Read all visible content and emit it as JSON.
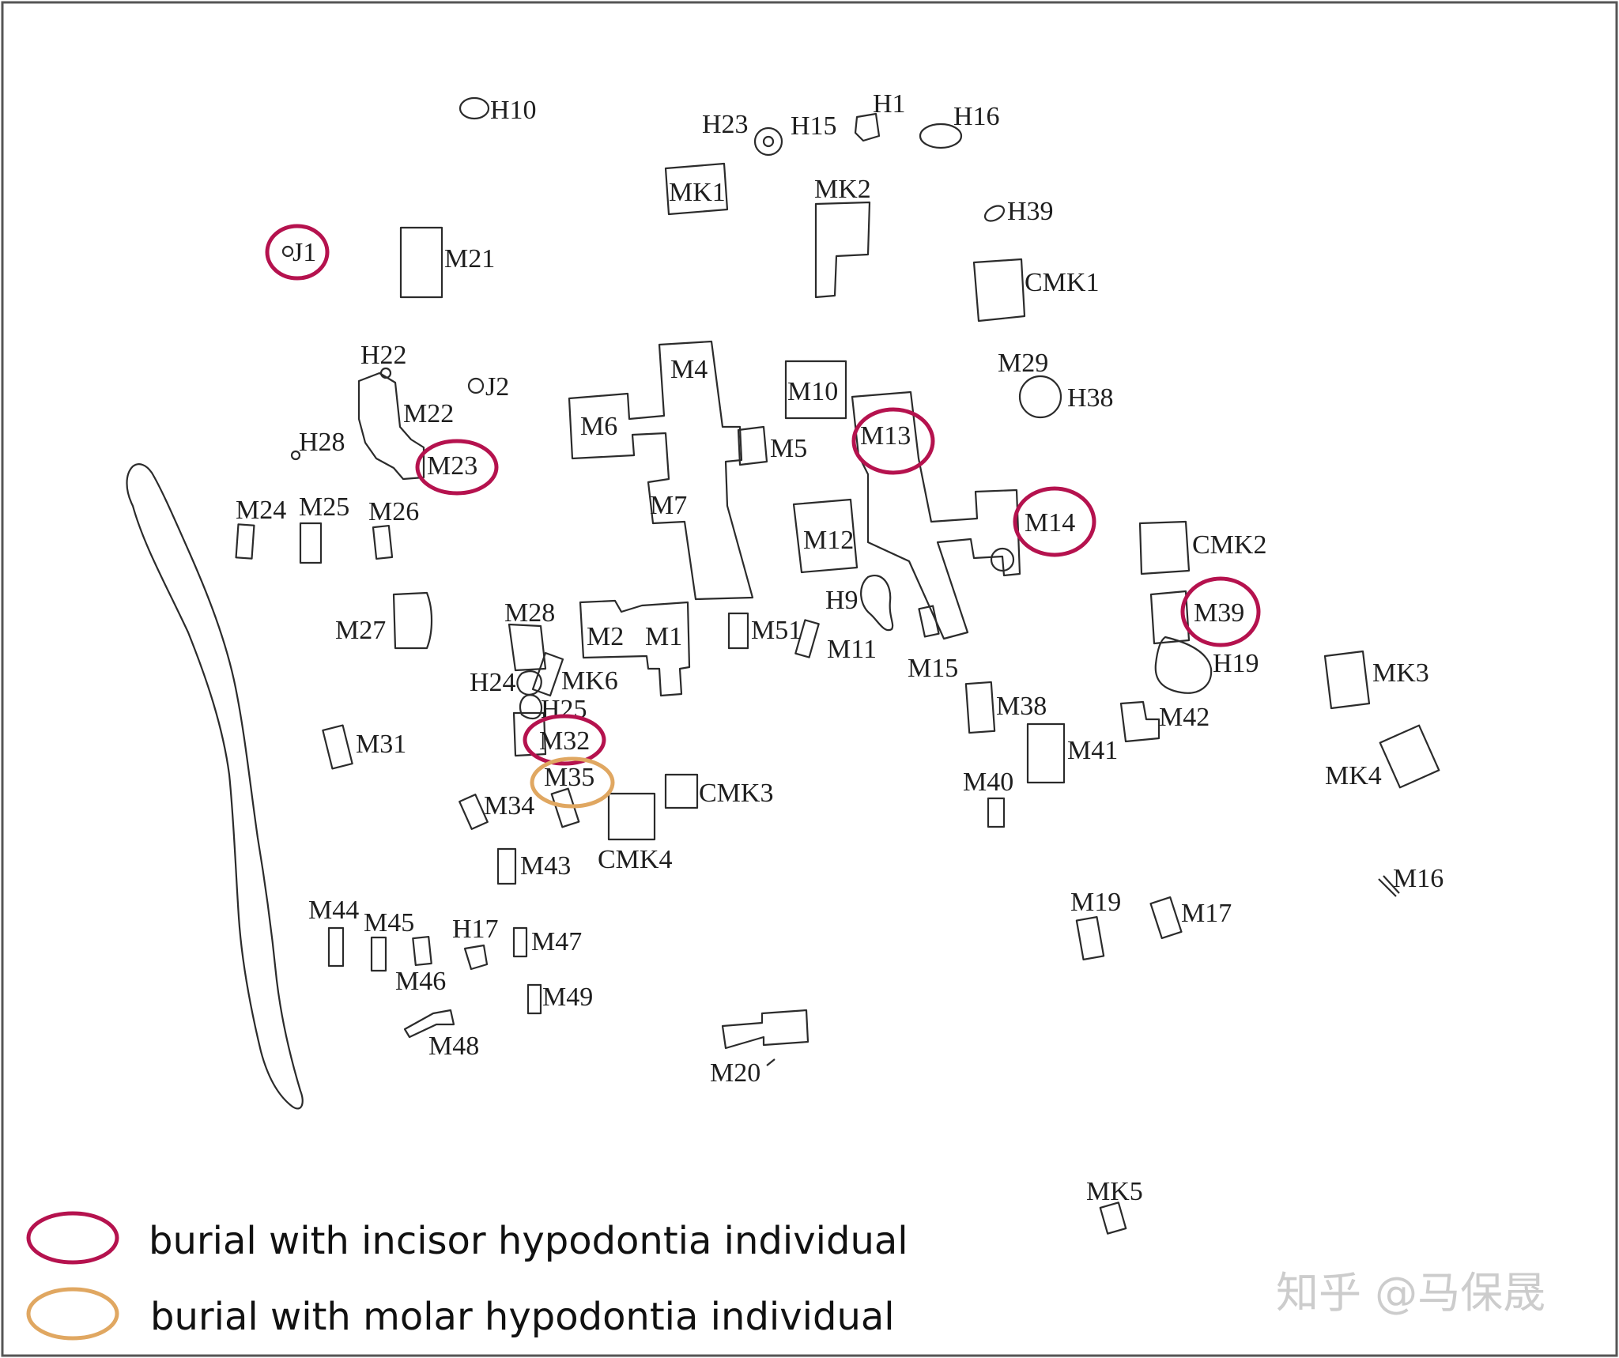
{
  "colors": {
    "incisor": "#b5124e",
    "molar": "#e0a761"
  },
  "features": [
    {
      "id": "H10",
      "label": "H10",
      "highlight": null
    },
    {
      "id": "H23",
      "label": "H23",
      "highlight": null
    },
    {
      "id": "H15",
      "label": "H15",
      "highlight": null
    },
    {
      "id": "H1",
      "label": "H1",
      "highlight": null
    },
    {
      "id": "H16",
      "label": "H16",
      "highlight": null
    },
    {
      "id": "MK1",
      "label": "MK1",
      "highlight": null
    },
    {
      "id": "MK2",
      "label": "MK2",
      "highlight": null
    },
    {
      "id": "H39",
      "label": "H39",
      "highlight": null
    },
    {
      "id": "J1",
      "label": "J1",
      "highlight": "incisor"
    },
    {
      "id": "M21",
      "label": "M21",
      "highlight": null
    },
    {
      "id": "CMK1",
      "label": "CMK1",
      "highlight": null
    },
    {
      "id": "H22",
      "label": "H22",
      "highlight": null
    },
    {
      "id": "J2",
      "label": "J2",
      "highlight": null
    },
    {
      "id": "M22",
      "label": "M22",
      "highlight": null
    },
    {
      "id": "H28",
      "label": "H28",
      "highlight": null
    },
    {
      "id": "M23",
      "label": "M23",
      "highlight": "incisor"
    },
    {
      "id": "M4",
      "label": "M4",
      "highlight": null
    },
    {
      "id": "M6",
      "label": "M6",
      "highlight": null
    },
    {
      "id": "M5",
      "label": "M5",
      "highlight": null
    },
    {
      "id": "M10",
      "label": "M10",
      "highlight": null
    },
    {
      "id": "M13",
      "label": "M13",
      "highlight": "incisor"
    },
    {
      "id": "M29",
      "label": "M29",
      "highlight": null
    },
    {
      "id": "H38",
      "label": "H38",
      "highlight": null
    },
    {
      "id": "M7",
      "label": "M7",
      "highlight": null
    },
    {
      "id": "M12",
      "label": "M12",
      "highlight": null
    },
    {
      "id": "M14",
      "label": "M14",
      "highlight": "incisor"
    },
    {
      "id": "CMK2",
      "label": "CMK2",
      "highlight": null
    },
    {
      "id": "M24",
      "label": "M24",
      "highlight": null
    },
    {
      "id": "M25",
      "label": "M25",
      "highlight": null
    },
    {
      "id": "M26",
      "label": "M26",
      "highlight": null
    },
    {
      "id": "H9",
      "label": "H9",
      "highlight": null
    },
    {
      "id": "M39",
      "label": "M39",
      "highlight": "incisor"
    },
    {
      "id": "M27",
      "label": "M27",
      "highlight": null
    },
    {
      "id": "M28",
      "label": "M28",
      "highlight": null
    },
    {
      "id": "M2",
      "label": "M2",
      "highlight": null
    },
    {
      "id": "M1",
      "label": "M1",
      "highlight": null
    },
    {
      "id": "M51",
      "label": "M51",
      "highlight": null
    },
    {
      "id": "M11",
      "label": "M11",
      "highlight": null
    },
    {
      "id": "M15",
      "label": "M15",
      "highlight": null
    },
    {
      "id": "H19",
      "label": "H19",
      "highlight": null
    },
    {
      "id": "MK3",
      "label": "MK3",
      "highlight": null
    },
    {
      "id": "H24",
      "label": "H24",
      "highlight": null
    },
    {
      "id": "MK6",
      "label": "MK6",
      "highlight": null
    },
    {
      "id": "H25",
      "label": "H25",
      "highlight": null
    },
    {
      "id": "M38",
      "label": "M38",
      "highlight": null
    },
    {
      "id": "M42",
      "label": "M42",
      "highlight": null
    },
    {
      "id": "M31",
      "label": "M31",
      "highlight": null
    },
    {
      "id": "M32",
      "label": "M32",
      "highlight": "incisor"
    },
    {
      "id": "M41",
      "label": "M41",
      "highlight": null
    },
    {
      "id": "MK4",
      "label": "MK4",
      "highlight": null
    },
    {
      "id": "M35",
      "label": "M35",
      "highlight": "molar"
    },
    {
      "id": "CMK3",
      "label": "CMK3",
      "highlight": null
    },
    {
      "id": "M40",
      "label": "M40",
      "highlight": null
    },
    {
      "id": "M34",
      "label": "M34",
      "highlight": null
    },
    {
      "id": "CMK4",
      "label": "CMK4",
      "highlight": null
    },
    {
      "id": "M43",
      "label": "M43",
      "highlight": null
    },
    {
      "id": "M16",
      "label": "M16",
      "highlight": null
    },
    {
      "id": "M19",
      "label": "M19",
      "highlight": null
    },
    {
      "id": "M17",
      "label": "M17",
      "highlight": null
    },
    {
      "id": "M44",
      "label": "M44",
      "highlight": null
    },
    {
      "id": "M45",
      "label": "M45",
      "highlight": null
    },
    {
      "id": "H17",
      "label": "H17",
      "highlight": null
    },
    {
      "id": "M47",
      "label": "M47",
      "highlight": null
    },
    {
      "id": "M46",
      "label": "M46",
      "highlight": null
    },
    {
      "id": "M49",
      "label": "M49",
      "highlight": null
    },
    {
      "id": "M48",
      "label": "M48",
      "highlight": null
    },
    {
      "id": "M20",
      "label": "M20",
      "highlight": null
    },
    {
      "id": "MK5",
      "label": "MK5",
      "highlight": null
    }
  ],
  "legend": [
    {
      "category": "incisor",
      "label": "burial with incisor hypodontia individual"
    },
    {
      "category": "molar",
      "label": "burial with molar hypodontia individual"
    }
  ],
  "watermark": "知乎 @马保晟"
}
